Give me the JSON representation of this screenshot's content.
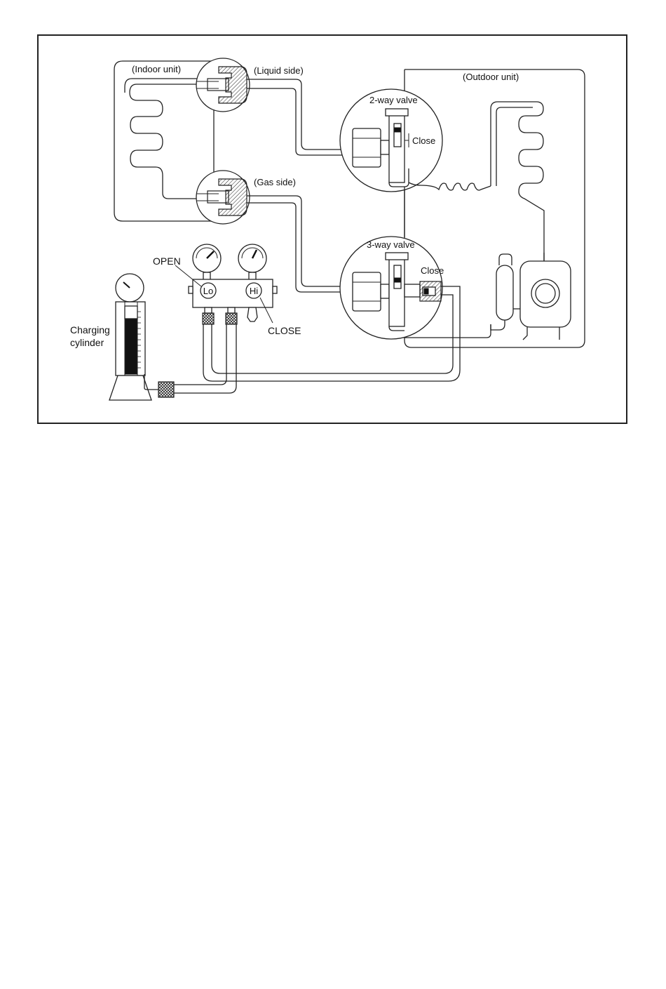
{
  "diagram": {
    "labels": {
      "indoor_unit": "(Indoor unit)",
      "liquid_side": "(Liquid side)",
      "gas_side": "(Gas side)",
      "outdoor_unit": "(Outdoor unit)",
      "two_way_valve": "2-way valve",
      "two_way_state": "Close",
      "three_way_valve": "3-way valve",
      "three_way_state": "Close",
      "open": "OPEN",
      "close": "CLOSE",
      "lo": "Lo",
      "hi": "Hi",
      "charging_line1": "Charging",
      "charging_line2": "cylinder"
    }
  }
}
